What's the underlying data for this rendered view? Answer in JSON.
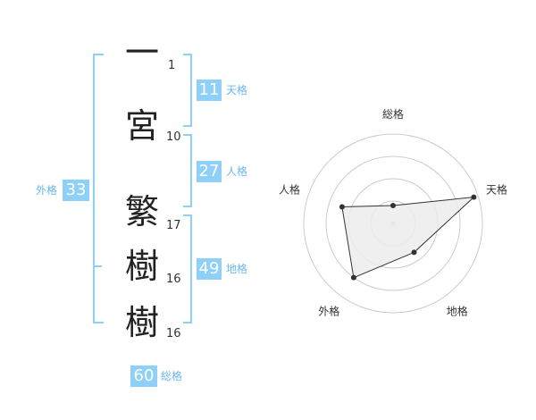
{
  "name": {
    "chars": [
      {
        "char": "一",
        "strokes": "1"
      },
      {
        "char": "宮",
        "strokes": "10"
      },
      {
        "char": "繁",
        "strokes": "17"
      },
      {
        "char": "樹",
        "strokes": "16"
      },
      {
        "char": "樹",
        "strokes": "16"
      }
    ]
  },
  "fortunes": {
    "tenkaku": {
      "label": "天格",
      "value": "11"
    },
    "jinkaku": {
      "label": "人格",
      "value": "27"
    },
    "chikaku": {
      "label": "地格",
      "value": "49"
    },
    "gaikaku": {
      "label": "外格",
      "value": "33"
    },
    "soukaku": {
      "label": "総格",
      "value": "60"
    }
  },
  "radar": {
    "axes": [
      "総格",
      "天格",
      "地格",
      "外格",
      "人格"
    ],
    "levels": [
      0.2,
      0.95,
      0.4,
      0.75,
      0.6
    ],
    "max_rings": 4,
    "colors": {
      "ring": "#cccccc",
      "fill": "#ececec",
      "line": "#333333",
      "dot": "#333333"
    }
  }
}
